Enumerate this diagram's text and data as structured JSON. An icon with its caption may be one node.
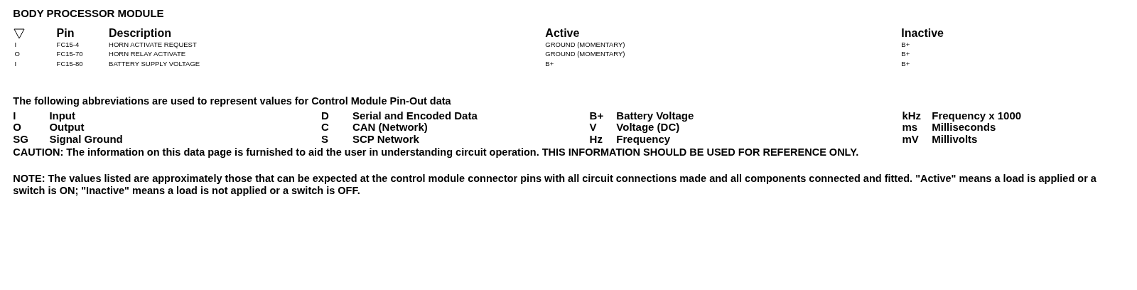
{
  "diagram": {
    "title": "BODY PROCESSOR MODULE",
    "labels": [
      "Pin",
      "Description",
      "Active",
      "Inactive",
      "I",
      "FC15-4",
      "HORN ACTIVATE REQUEST",
      "GROUND (MOMENTARY)",
      "B+",
      "O",
      "FC15-70",
      "HORN RELAY ACTIVATE",
      "GROUND (MOMENTARY)",
      "B+",
      "I",
      "FC15-80",
      "BATTERY SUPPLY VOLTAGE",
      "B+",
      "B+",
      "The following abbreviations are used to represent values for Control Module Pin-Out data",
      "I",
      "Input",
      "D",
      "Serial and Encoded Data",
      "B+",
      "Battery Voltage",
      "kHz",
      "Frequency x 1000",
      "O",
      "Output",
      "C",
      "CAN (Network)",
      "V",
      "Voltage (DC)",
      "ms",
      "Milliseconds",
      "SG",
      "Signal Ground",
      "S",
      "SCP Network",
      "Hz",
      "Frequency",
      "mV",
      "Millivolts",
      "CAUTION: The information on this data page is furnished to aid the user in understanding circuit operation.  THIS INFORMATION SHOULD BE USED FOR REFERENCE ONLY.",
      "NOTE: The values listed are approximately those that can be expected at the control module connector pins with all circuit connections made and all components connected and fitted.  \"Active\" means a load is applied or a switch is ON; \"Inactive\" means a load is not applied or a switch is OFF."
    ]
  }
}
